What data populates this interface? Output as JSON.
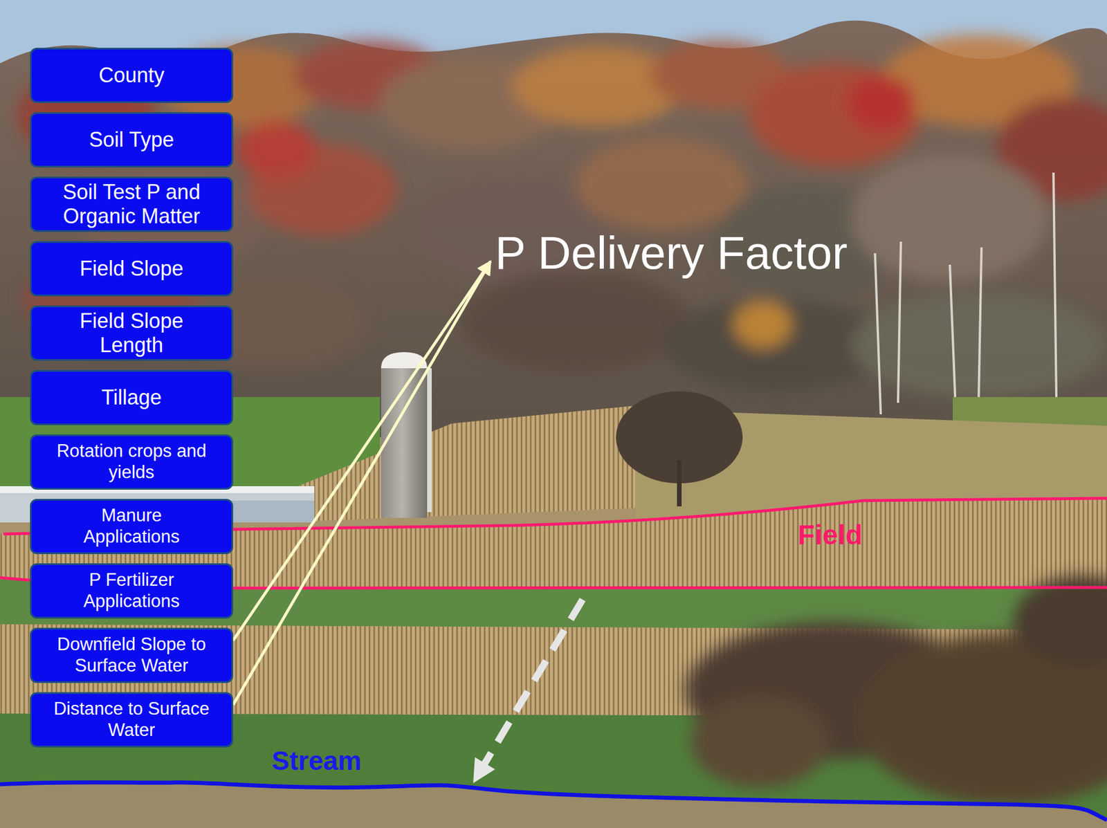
{
  "diagram": {
    "nodes": [
      {
        "text": [
          "County"
        ]
      },
      {
        "text": [
          "Soil Type"
        ]
      },
      {
        "text": [
          "Soil Test P and Organic Matter"
        ]
      },
      {
        "text": [
          "Field Slope"
        ]
      },
      {
        "text": [
          "Field Slope Length"
        ]
      },
      {
        "text": [
          "Tillage"
        ]
      },
      {
        "text": [
          "Rotation crops and yields"
        ]
      },
      {
        "text": [
          "Manure Applications"
        ]
      },
      {
        "text": [
          "P Fertilizer Applications"
        ]
      },
      {
        "text": [
          "Downfield Slope to Surface Water"
        ]
      },
      {
        "text": [
          "Distance to Surface Water"
        ]
      },
      {
        "text": [
          "P Delivery Factor"
        ]
      }
    ],
    "edges": [
      {
        "from": 9,
        "to": 11,
        "arrow": "to"
      },
      {
        "from": 10,
        "to": 11,
        "arrow": "to"
      }
    ],
    "labels": [
      "Field",
      "Stream"
    ]
  }
}
